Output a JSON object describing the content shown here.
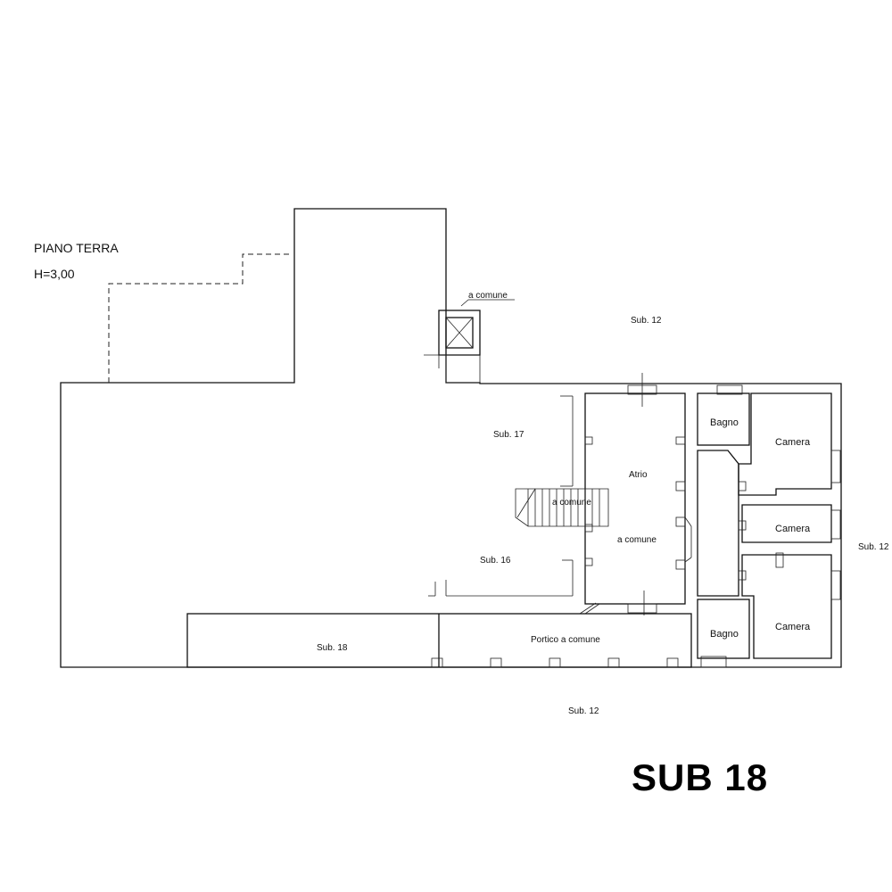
{
  "plan": {
    "floor_name": "PIANO TERRA",
    "height": "H=3,00",
    "heading": "SUB 18",
    "labels": {
      "a_comune_top": "a comune",
      "sub12_top": "Sub. 12",
      "sub12_right": "Sub. 12",
      "sub12_bottom": "Sub. 12",
      "sub17": "Sub. 17",
      "sub16": "Sub. 16",
      "sub18": "Sub. 18",
      "atrio": "Atrio",
      "atrio_comune": "a comune",
      "stair_comune": "a comune",
      "portico": "Portico a comune",
      "bagno_top": "Bagno",
      "bagno_bottom": "Bagno",
      "camera_1": "Camera",
      "camera_2": "Camera",
      "camera_3": "Camera"
    }
  }
}
